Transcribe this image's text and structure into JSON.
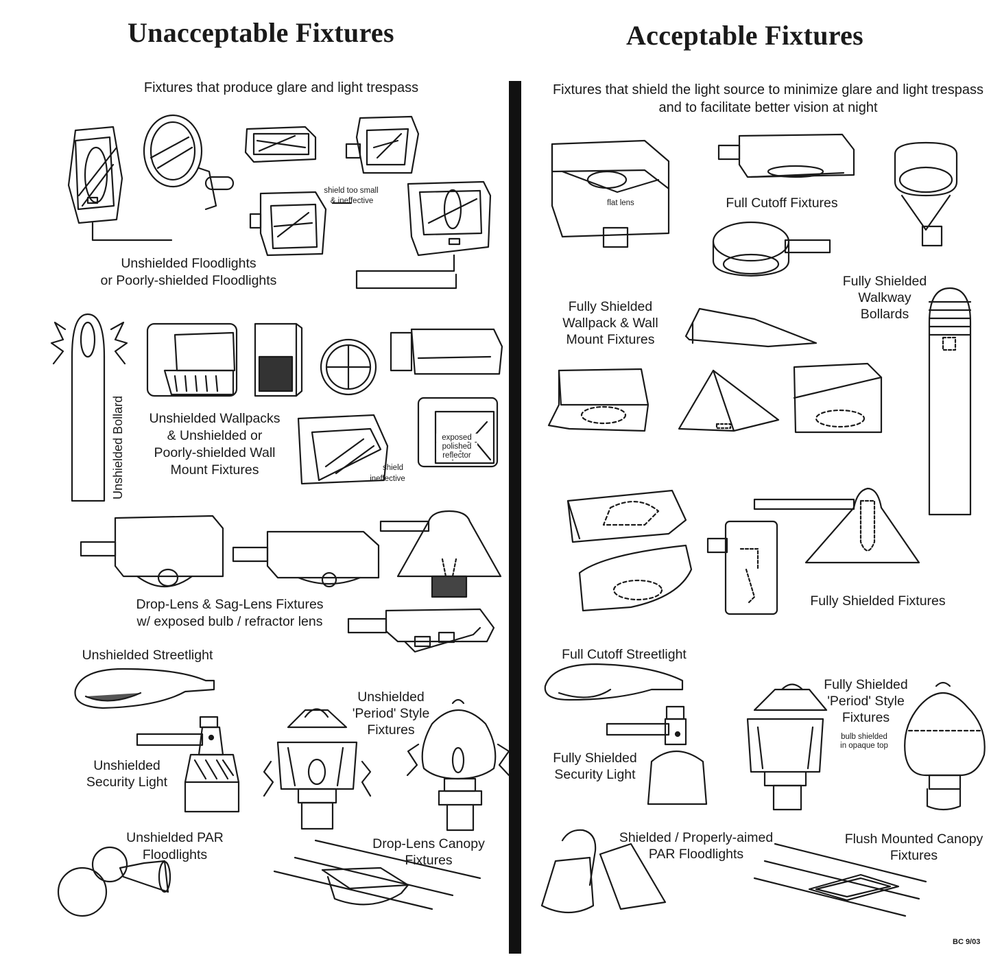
{
  "left": {
    "title": "Unacceptable Fixtures",
    "subtitle": "Fixtures that produce glare and light trespass",
    "labels": {
      "floodlights_1": "Unshielded Floodlights",
      "floodlights_2": "or Poorly-shielded Floodlights",
      "shield_small_1": "shield too small",
      "shield_small_2": "& ineffective",
      "bollard": "Unshielded Bollard",
      "wallpacks_1": "Unshielded Wallpacks",
      "wallpacks_2": "& Unshielded or",
      "wallpacks_3": "Poorly-shielded Wall",
      "wallpacks_4": "Mount Fixtures",
      "shield_ineffective_1": "shield",
      "shield_ineffective_2": "ineffective",
      "exposed_1": "exposed",
      "exposed_2": "polished",
      "exposed_3": "reflector",
      "droplens_1": "Drop-Lens & Sag-Lens Fixtures",
      "droplens_2": "w/ exposed bulb / refractor lens",
      "streetlight": "Unshielded Streetlight",
      "period_1": "Unshielded",
      "period_2": "'Period' Style",
      "period_3": "Fixtures",
      "security_1": "Unshielded",
      "security_2": "Security Light",
      "par_1": "Unshielded PAR",
      "par_2": "Floodlights",
      "canopy_1": "Drop-Lens Canopy",
      "canopy_2": "Fixtures"
    }
  },
  "right": {
    "title": "Acceptable Fixtures",
    "subtitle_1": "Fixtures that shield the light source to minimize glare and light trespass",
    "subtitle_2": "and to facilitate better vision at night",
    "labels": {
      "flat_lens": "flat lens",
      "full_cutoff": "Full Cutoff Fixtures",
      "walkway_1": "Fully Shielded",
      "walkway_2": "Walkway",
      "walkway_3": "Bollards",
      "wallpack_1": "Fully Shielded",
      "wallpack_2": "Wallpack & Wall",
      "wallpack_3": "Mount Fixtures",
      "fully_shielded": "Fully Shielded Fixtures",
      "cutoff_streetlight": "Full Cutoff Streetlight",
      "period_1": "Fully Shielded",
      "period_2": "'Period' Style",
      "period_3": "Fixtures",
      "bulb_1": "bulb shielded",
      "bulb_2": "in opaque top",
      "security_1": "Fully Shielded",
      "security_2": "Security Light",
      "par_1": "Shielded / Properly-aimed",
      "par_2": "PAR Floodlights",
      "canopy_1": "Flush Mounted Canopy",
      "canopy_2": "Fixtures"
    }
  },
  "footer_code": "BC 9/03"
}
